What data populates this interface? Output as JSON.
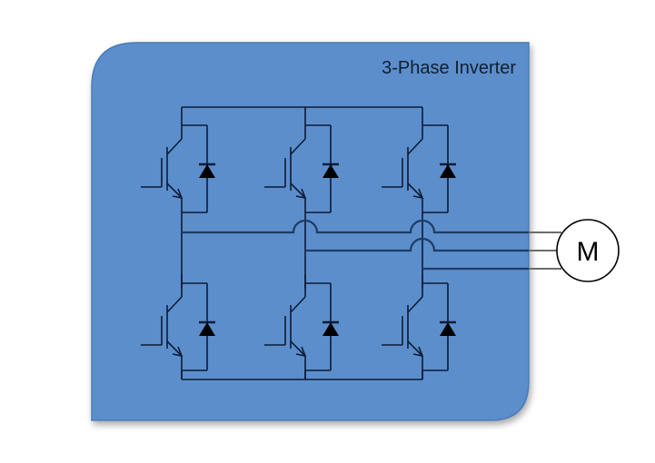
{
  "diagram": {
    "title": "3-Phase Inverter",
    "panel_color": "#5b8ecb",
    "panel_border_color": "#4a7ab8",
    "wire_color": "#0c1c36",
    "motor": {
      "label": "M",
      "icon": "motor-symbol"
    },
    "legs": [
      {
        "name": "phase-a",
        "switches": [
          "upper-igbt",
          "lower-igbt"
        ]
      },
      {
        "name": "phase-b",
        "switches": [
          "upper-igbt",
          "lower-igbt"
        ]
      },
      {
        "name": "phase-c",
        "switches": [
          "upper-igbt",
          "lower-igbt"
        ]
      }
    ],
    "components": {
      "switch": "igbt-icon",
      "freewheel": "diode-icon"
    },
    "outputs": [
      "phase-a-output",
      "phase-b-output",
      "phase-c-output"
    ]
  }
}
